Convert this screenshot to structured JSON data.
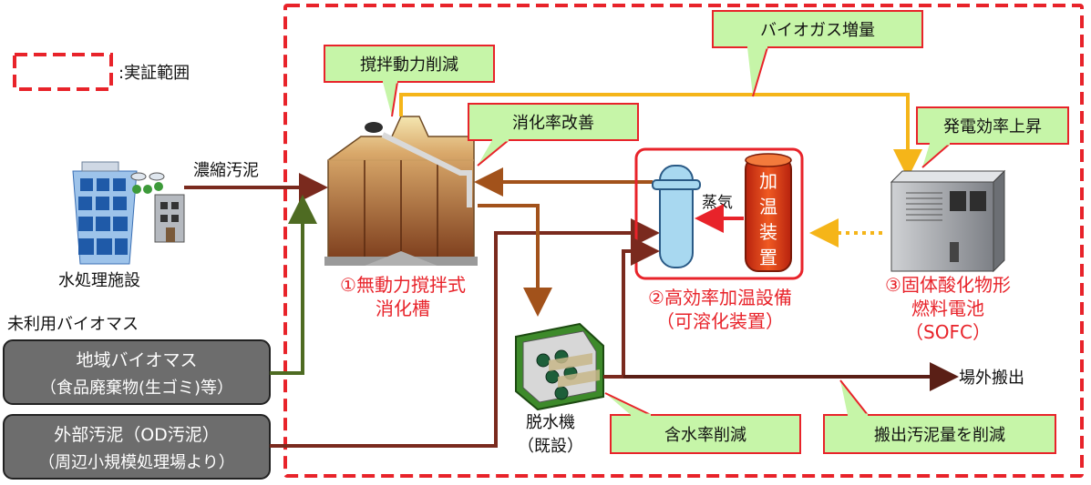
{
  "legend": {
    "label": ":実証範囲"
  },
  "sources": {
    "plant_label": "水処理施設",
    "thickened_sludge": "濃縮汚泥",
    "unused_biomass_title": "未利用バイオマス",
    "regional_biomass_line1": "地域バイオマス",
    "regional_biomass_line2": "（食品廃棄物(生ゴミ)等）",
    "external_sludge_line1": "外部汚泥（OD汚泥）",
    "external_sludge_line2": "（周辺小規模処理場より）"
  },
  "callouts": {
    "stirring": "撹拌動力削減",
    "digestion": "消化率改善",
    "biogas": "バイオガス増量",
    "power": "発電効率上昇",
    "moisture": "含水率削減",
    "export": "搬出汚泥量を削減"
  },
  "equipment": {
    "digester_line1": "①無動力撹拌式",
    "digester_line2": "消化槽",
    "heater_line1": "②高効率加温設備",
    "heater_line2": "（可溶化装置）",
    "heater_chars": [
      "加",
      "温",
      "装",
      "置"
    ],
    "steam": "蒸気",
    "sofc_line1": "③固体酸化物形",
    "sofc_line2": "燃料電池",
    "sofc_line3": "（SOFC）",
    "dewater_line1": "脱水機",
    "dewater_line2": "（既設）",
    "offsite": "場外搬出"
  },
  "colors": {
    "demo_border": "#e8232a",
    "callout_fill": "#c6f5a8",
    "callout_border": "#e8232a",
    "gas_line": "#f5b519",
    "sludge_line": "#7a2a1e",
    "brown_line": "#a2521b",
    "biomass_line": "#4e6b22",
    "label_red": "#e8232a"
  }
}
